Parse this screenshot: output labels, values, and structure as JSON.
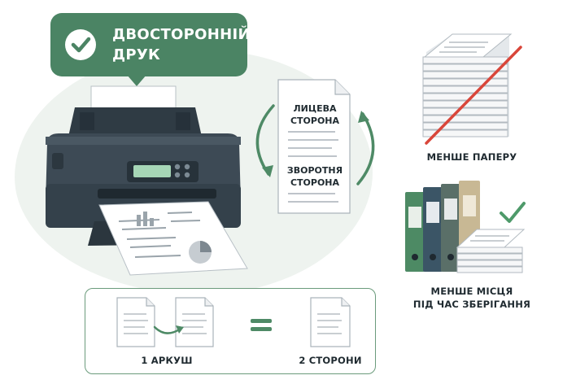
{
  "badge": {
    "line1": "ДВОСТОРОННІЙ",
    "line2": "ДРУК",
    "icon": "check-icon"
  },
  "document": {
    "front_line1": "ЛИЦЕВА",
    "front_line2": "СТОРОНА",
    "back_line1": "ЗВОРОТНЯ",
    "back_line2": "СТОРОНА"
  },
  "benefits": {
    "less_paper": "МЕНШЕ ПАПЕРУ",
    "less_space_line1": "МЕНШЕ МІСЦЯ",
    "less_space_line2": "ПІД ЧАС ЗБЕРІГАННЯ"
  },
  "equation": {
    "left_label": "1 АРКУШ",
    "right_label": "2 СТОРОНИ",
    "operator": "="
  },
  "colors": {
    "accent": "#4b8464",
    "printer": "#3d4a55",
    "strike": "#d9463a",
    "check": "#4e9a6a"
  }
}
